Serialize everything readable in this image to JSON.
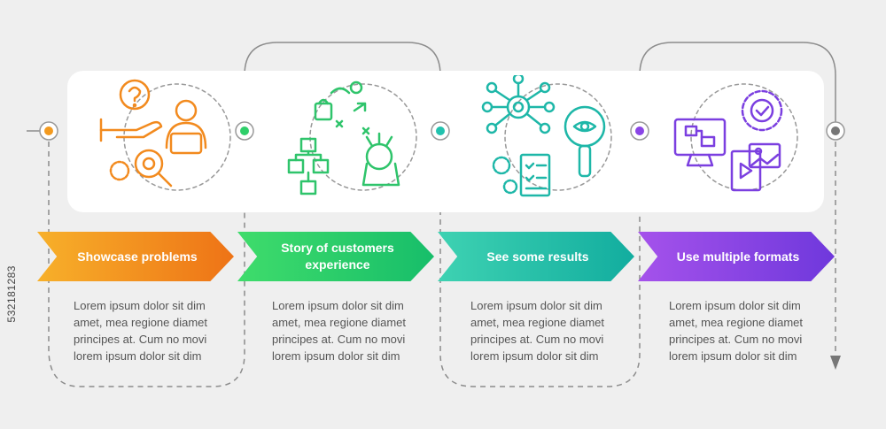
{
  "steps": [
    {
      "title": "Showcase problems",
      "text": "Lorem ipsum dolor sit dim amet, mea regione diamet principes at. Cum no movi lorem ipsum dolor sit dim",
      "color": "#f4a020",
      "color2": "#f07e1a",
      "icon": "problem-showcase-icon"
    },
    {
      "title": "Story of customers experience",
      "text": "Lorem ipsum dolor sit dim amet, mea regione diamet principes at. Cum no movi lorem ipsum dolor sit dim",
      "color": "#3dd36b",
      "color2": "#1fc46a",
      "icon": "customer-journey-icon"
    },
    {
      "title": "See some results",
      "text": "Lorem ipsum dolor sit dim amet, mea regione diamet principes at. Cum no movi lorem ipsum dolor sit dim",
      "color": "#35c9b2",
      "color2": "#16b3a8",
      "icon": "results-analysis-icon"
    },
    {
      "title": "Use multiple formats",
      "text": "Lorem ipsum dolor sit dim amet, mea regione diamet principes at. Cum no movi lorem ipsum dolor sit dim",
      "color": "#9b4be8",
      "color2": "#7b3fe0",
      "icon": "multiple-formats-icon"
    }
  ],
  "watermark": "532181283"
}
